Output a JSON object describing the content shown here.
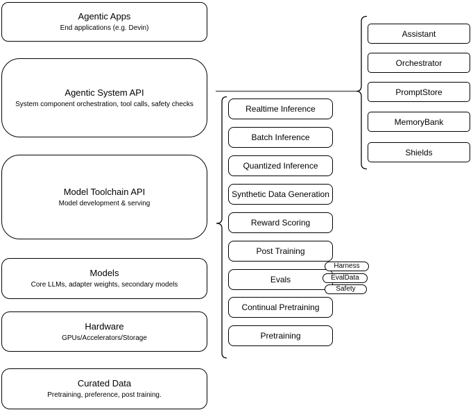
{
  "diagram": {
    "left_stack": [
      {
        "title": "Agentic Apps",
        "subtitle": "End applications (e.g. Devin)"
      },
      {
        "title": "Agentic System API",
        "subtitle": "System component orchestration, tool calls, safety checks"
      },
      {
        "title": "Model Toolchain API",
        "subtitle": "Model development & serving"
      },
      {
        "title": "Models",
        "subtitle": "Core LLMs, adapter weights, secondary models"
      },
      {
        "title": "Hardware",
        "subtitle": "GPUs/Accelerators/Storage"
      },
      {
        "title": "Curated Data",
        "subtitle": "Pretraining, preference, post training."
      }
    ],
    "toolchain_components": [
      "Realtime Inference",
      "Batch Inference",
      "Quantized Inference",
      "Synthetic Data Generation",
      "Reward Scoring",
      "Post Training",
      "Evals",
      "Continual Pretraining",
      "Pretraining"
    ],
    "eval_tags": [
      "Harness",
      "EvalData",
      "Safety"
    ],
    "system_components": [
      "Assistant",
      "Orchestrator",
      "PromptStore",
      "MemoryBank",
      "Shields"
    ],
    "colors": {
      "stroke": "#000000",
      "fill": "#ffffff",
      "connector": "#5a5a5a"
    }
  }
}
